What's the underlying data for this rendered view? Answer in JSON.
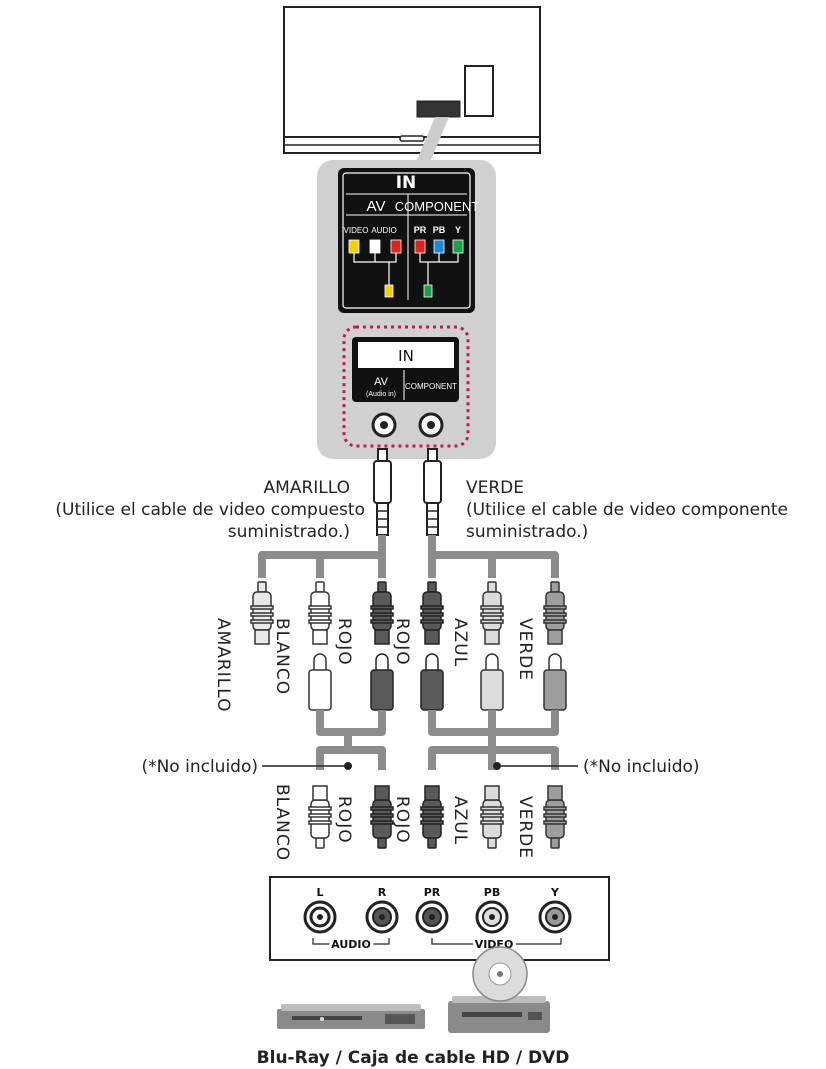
{
  "tv_panel": {
    "title": "IN",
    "group_av": "AV",
    "group_component": "COMPONENT",
    "port_video": "VIDEO",
    "port_audio": "AUDIO",
    "port_pr": "PR",
    "port_pb": "PB",
    "port_y": "Y"
  },
  "tv_jack_panel": {
    "title": "IN",
    "av_label": "AV",
    "av_sub": "(Audio in)",
    "component_label": "COMPONENT"
  },
  "cable_labels": {
    "left_color": "AMARILLO",
    "left_note_line1": "(Utilice el cable de video compuesto",
    "left_note_line2": "suministrado.)",
    "right_color": "VERDE",
    "right_note_line1": "(Utilice el cable de video componente",
    "right_note_line2": "suministrado.)"
  },
  "plug_labels_upper": [
    "AMARILLO",
    "BLANCO",
    "ROJO",
    "ROJO",
    "AZUL",
    "VERDE"
  ],
  "plug_labels_lower": [
    "BLANCO",
    "ROJO",
    "ROJO",
    "AZUL",
    "VERDE"
  ],
  "not_included_left": "(*No incluido)",
  "not_included_right": "(*No incluido)",
  "device_panel": {
    "ports": [
      "L",
      "R",
      "PR",
      "PB",
      "Y"
    ],
    "audio_label": "AUDIO",
    "video_label": "VIDEO"
  },
  "device_caption": "Blu-Ray / Caja de cable HD / DVD",
  "colors": {
    "yellow": "#f2d200",
    "white": "#ffffff",
    "red": "#e2231a",
    "blue": "#1e88d8",
    "green": "#17a345",
    "panel_bg": "#d0d0d0",
    "highlight": "#c2185b"
  }
}
